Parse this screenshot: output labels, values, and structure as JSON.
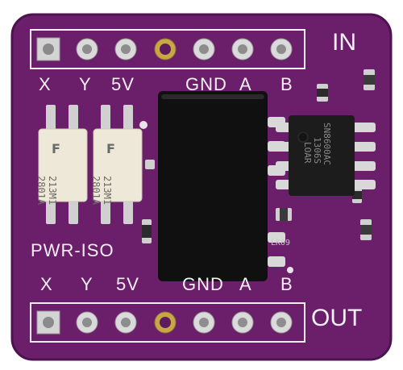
{
  "image": {
    "description_free": true,
    "colors": {
      "background": "#ffffff",
      "pcb": "#6b1f6a",
      "pcb_dark": "#531654",
      "silkscreen": "#f4f0f6",
      "pad_silver": "#d9d9d9",
      "pad_gold": "#c9a646",
      "opto_body": "#eee8d8",
      "chip": "#101010",
      "smd_chip": "#1c1c1c"
    }
  },
  "silk_labels": {
    "header_in": "IN",
    "header_out": "OUT",
    "top_pins": [
      "X",
      "Y",
      "5V",
      "GND",
      "A",
      "B"
    ],
    "bottom_pins": [
      "X",
      "Y",
      "5V",
      "GND",
      "A",
      "B"
    ],
    "pwr_iso": "PWR-ISO",
    "bottom_chip_mark": "LK09"
  },
  "optocouplers": [
    {
      "line1": "2801A",
      "line2": "213M1"
    },
    {
      "line1": "2801A",
      "line2": "213M1"
    }
  ],
  "soic_chip": {
    "line1": "SN8600AC",
    "line2": "1306S",
    "line3": "LOAR"
  }
}
